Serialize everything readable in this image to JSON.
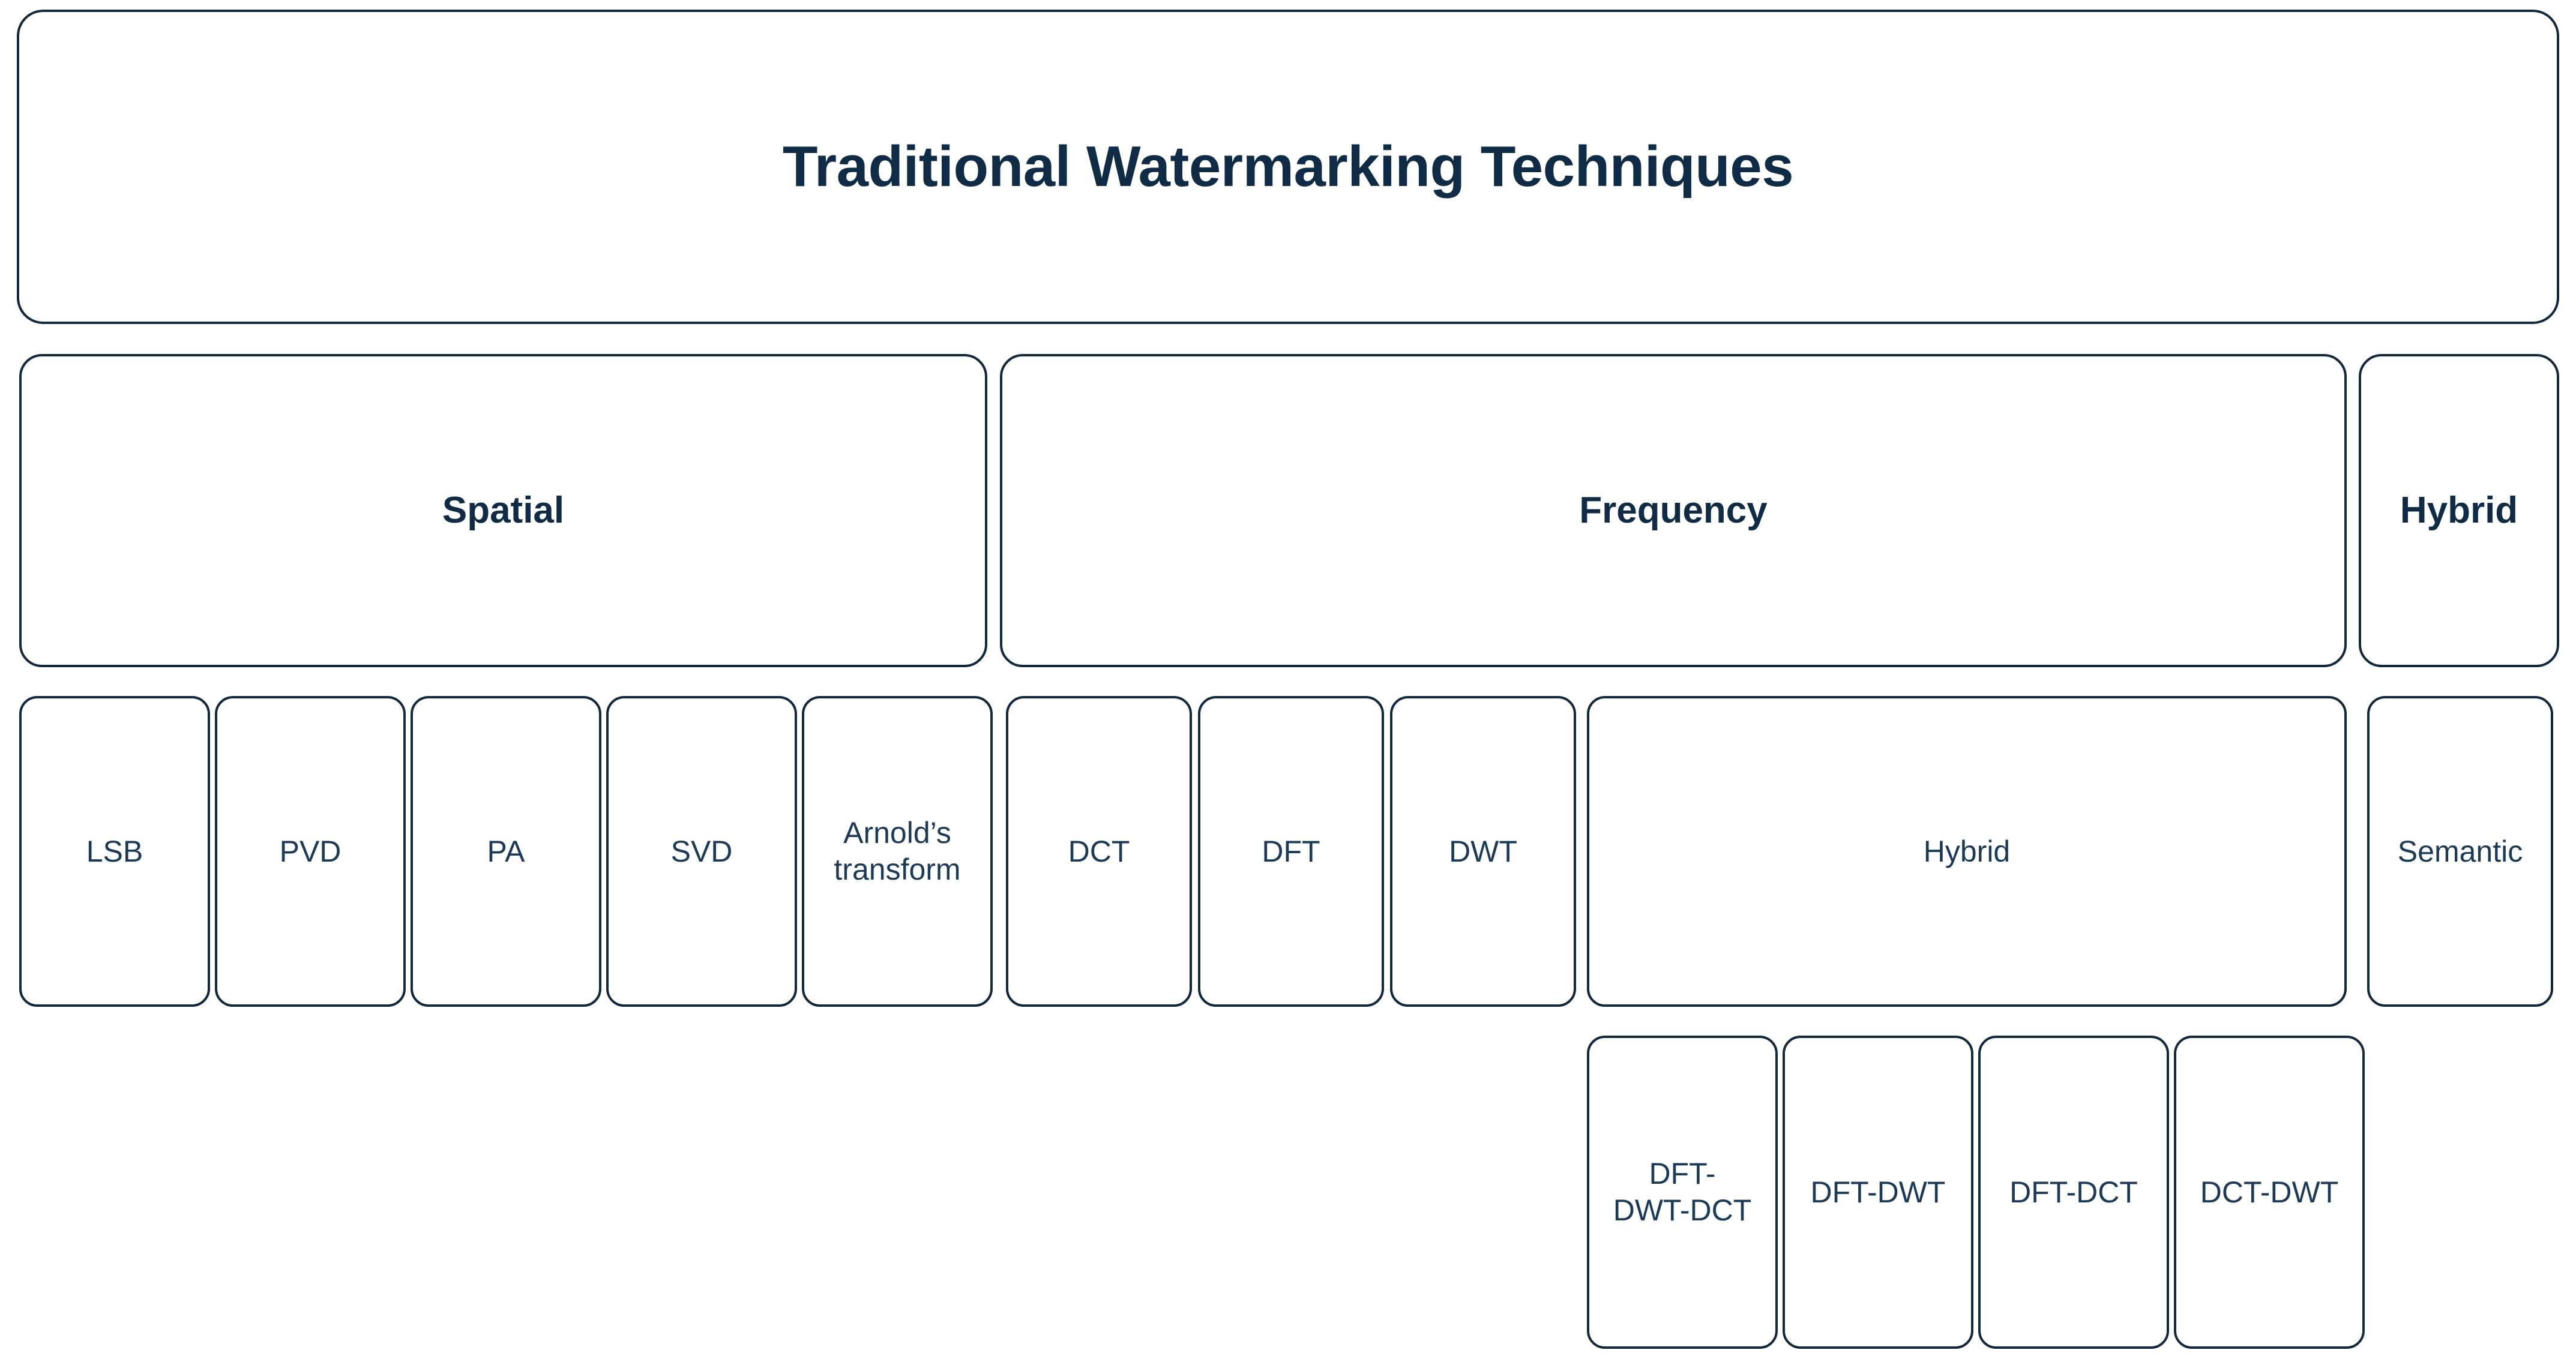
{
  "diagram": {
    "type": "hierarchy-tree",
    "title": "Traditional Watermarking Techniques",
    "background_color": "#ffffff",
    "border_color": "#12283f",
    "heading_text_color": "#0f2b46",
    "leaf_text_color": "#1b3a58",
    "root": {
      "label": "Traditional Watermarking Techniques",
      "level": 0
    },
    "categories": [
      {
        "label": "Spatial",
        "level": 1
      },
      {
        "label": "Frequency",
        "level": 1
      },
      {
        "label": "Hybrid",
        "level": 1
      }
    ],
    "spatial_children": [
      {
        "label": "LSB"
      },
      {
        "label": "PVD"
      },
      {
        "label": "PA"
      },
      {
        "label": "SVD"
      },
      {
        "label": "Arnold’s transform"
      }
    ],
    "frequency_children": [
      {
        "label": "DCT"
      },
      {
        "label": "DFT"
      },
      {
        "label": "DWT"
      },
      {
        "label": "Hybrid"
      }
    ],
    "hybrid_children": [
      {
        "label": "Semantic"
      }
    ],
    "frequency_hybrid_children": [
      {
        "label": "DFT-\nDWT-DCT"
      },
      {
        "label": "DFT-DWT"
      },
      {
        "label": "DFT-DCT"
      },
      {
        "label": "DCT-DWT"
      }
    ]
  }
}
